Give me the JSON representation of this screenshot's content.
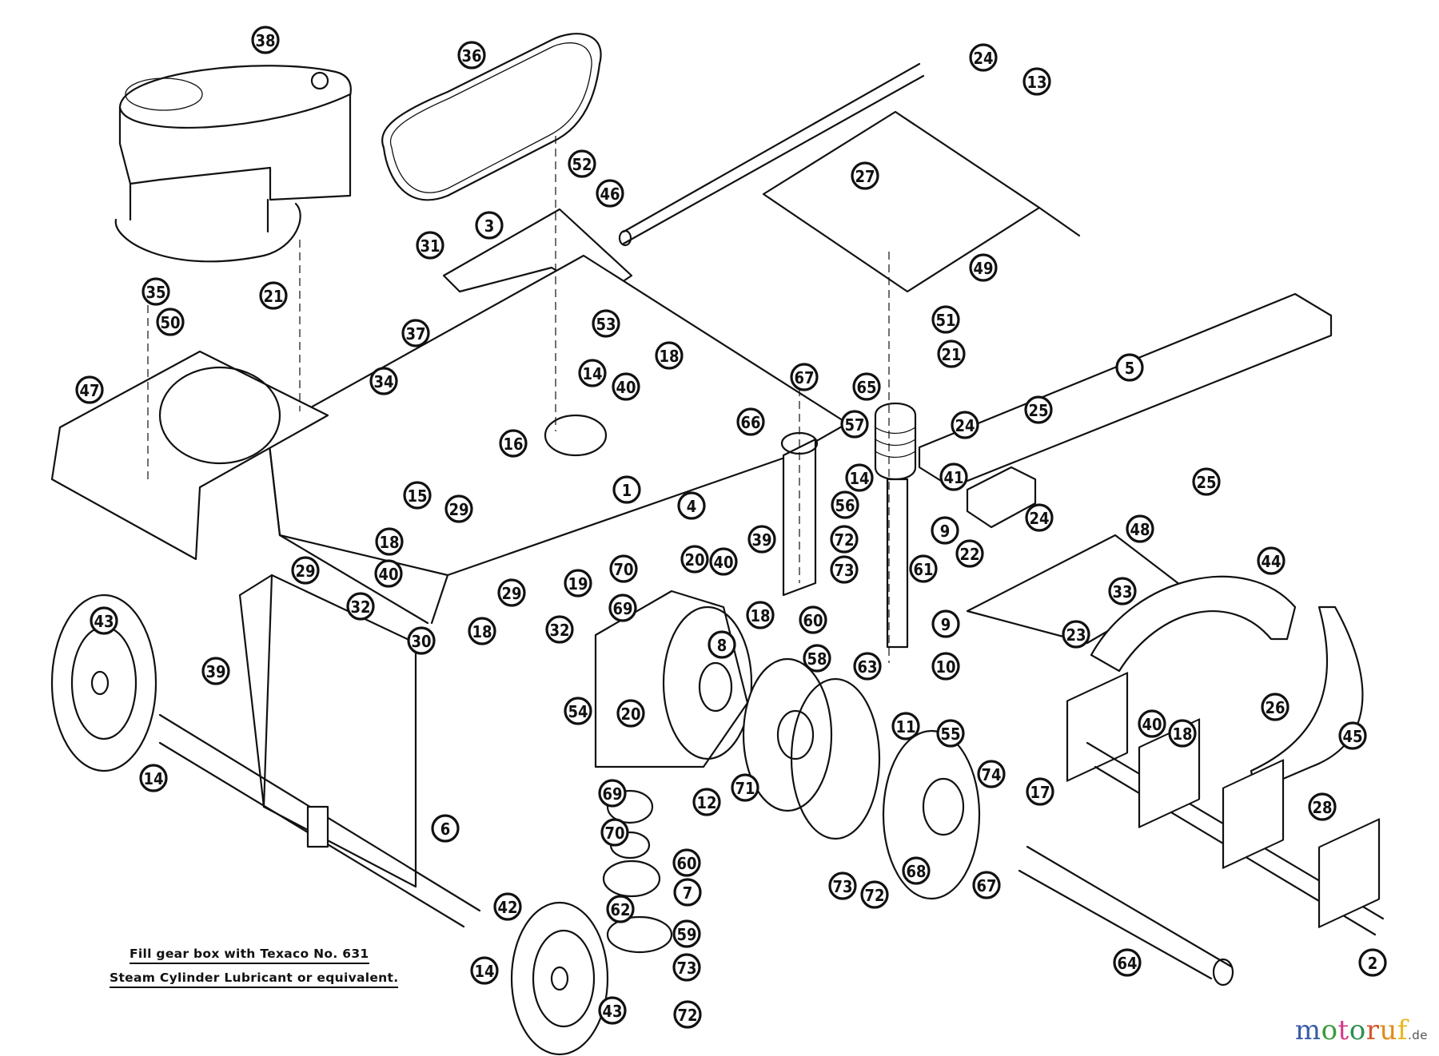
{
  "diagram": {
    "title": "Exploded parts diagram – tiller / gear box assembly",
    "callouts": [
      {
        "id": "c38",
        "label": "38"
      },
      {
        "id": "c36",
        "label": "36"
      },
      {
        "id": "c24a",
        "label": "24"
      },
      {
        "id": "c13",
        "label": "13"
      },
      {
        "id": "c52",
        "label": "52"
      },
      {
        "id": "c27",
        "label": "27"
      },
      {
        "id": "c46",
        "label": "46"
      },
      {
        "id": "c3",
        "label": "3"
      },
      {
        "id": "c31",
        "label": "31"
      },
      {
        "id": "c49",
        "label": "49"
      },
      {
        "id": "c35",
        "label": "35"
      },
      {
        "id": "c21a",
        "label": "21"
      },
      {
        "id": "c50",
        "label": "50"
      },
      {
        "id": "c37",
        "label": "37"
      },
      {
        "id": "c53",
        "label": "53"
      },
      {
        "id": "c51",
        "label": "51"
      },
      {
        "id": "c21b",
        "label": "21"
      },
      {
        "id": "c5",
        "label": "5"
      },
      {
        "id": "c18a",
        "label": "18"
      },
      {
        "id": "c14a",
        "label": "14"
      },
      {
        "id": "c40a",
        "label": "40"
      },
      {
        "id": "c47",
        "label": "47"
      },
      {
        "id": "c34",
        "label": "34"
      },
      {
        "id": "c67a",
        "label": "67"
      },
      {
        "id": "c65",
        "label": "65"
      },
      {
        "id": "c25a",
        "label": "25"
      },
      {
        "id": "c66",
        "label": "66"
      },
      {
        "id": "c24b",
        "label": "24"
      },
      {
        "id": "c57",
        "label": "57"
      },
      {
        "id": "c16",
        "label": "16"
      },
      {
        "id": "c14b",
        "label": "14"
      },
      {
        "id": "c41",
        "label": "41"
      },
      {
        "id": "c25b",
        "label": "25"
      },
      {
        "id": "c15",
        "label": "15"
      },
      {
        "id": "c29a",
        "label": "29"
      },
      {
        "id": "c1",
        "label": "1"
      },
      {
        "id": "c4",
        "label": "4"
      },
      {
        "id": "c56",
        "label": "56"
      },
      {
        "id": "c9a",
        "label": "9"
      },
      {
        "id": "c24c",
        "label": "24"
      },
      {
        "id": "c39a",
        "label": "39"
      },
      {
        "id": "c72a",
        "label": "72"
      },
      {
        "id": "c22",
        "label": "22"
      },
      {
        "id": "c48",
        "label": "48"
      },
      {
        "id": "c18b",
        "label": "18"
      },
      {
        "id": "c40b",
        "label": "40"
      },
      {
        "id": "c73a",
        "label": "73"
      },
      {
        "id": "c44",
        "label": "44"
      },
      {
        "id": "c29b",
        "label": "29"
      },
      {
        "id": "c19",
        "label": "19"
      },
      {
        "id": "c70a",
        "label": "70"
      },
      {
        "id": "c20a",
        "label": "20"
      },
      {
        "id": "c40c",
        "label": "40"
      },
      {
        "id": "c61",
        "label": "61"
      },
      {
        "id": "c29c",
        "label": "29"
      },
      {
        "id": "c32a",
        "label": "32"
      },
      {
        "id": "c18c",
        "label": "18"
      },
      {
        "id": "c60a",
        "label": "60"
      },
      {
        "id": "c33",
        "label": "33"
      },
      {
        "id": "c43a",
        "label": "43"
      },
      {
        "id": "c69a",
        "label": "69"
      },
      {
        "id": "c32b",
        "label": "32"
      },
      {
        "id": "c18d",
        "label": "18"
      },
      {
        "id": "c9b",
        "label": "9"
      },
      {
        "id": "c23",
        "label": "23"
      },
      {
        "id": "c30",
        "label": "30"
      },
      {
        "id": "c8",
        "label": "8"
      },
      {
        "id": "c58",
        "label": "58"
      },
      {
        "id": "c63",
        "label": "63"
      },
      {
        "id": "c10",
        "label": "10"
      },
      {
        "id": "c39b",
        "label": "39"
      },
      {
        "id": "c54",
        "label": "54"
      },
      {
        "id": "c20b",
        "label": "20"
      },
      {
        "id": "c11",
        "label": "11"
      },
      {
        "id": "c55",
        "label": "55"
      },
      {
        "id": "c40d",
        "label": "40"
      },
      {
        "id": "c18e",
        "label": "18"
      },
      {
        "id": "c26",
        "label": "26"
      },
      {
        "id": "c45",
        "label": "45"
      },
      {
        "id": "c14c",
        "label": "14"
      },
      {
        "id": "c71",
        "label": "71"
      },
      {
        "id": "c74",
        "label": "74"
      },
      {
        "id": "c12",
        "label": "12"
      },
      {
        "id": "c17",
        "label": "17"
      },
      {
        "id": "c28",
        "label": "28"
      },
      {
        "id": "c6",
        "label": "6"
      },
      {
        "id": "c69b",
        "label": "69"
      },
      {
        "id": "c70b",
        "label": "70"
      },
      {
        "id": "c60b",
        "label": "60"
      },
      {
        "id": "c7",
        "label": "7"
      },
      {
        "id": "c68",
        "label": "68"
      },
      {
        "id": "c67b",
        "label": "67"
      },
      {
        "id": "c73b",
        "label": "73"
      },
      {
        "id": "c72b",
        "label": "72"
      },
      {
        "id": "c42",
        "label": "42"
      },
      {
        "id": "c62",
        "label": "62"
      },
      {
        "id": "c59",
        "label": "59"
      },
      {
        "id": "c64",
        "label": "64"
      },
      {
        "id": "c2",
        "label": "2"
      },
      {
        "id": "c14d",
        "label": "14"
      },
      {
        "id": "c73c",
        "label": "73"
      },
      {
        "id": "c43b",
        "label": "43"
      },
      {
        "id": "c72c",
        "label": "72"
      }
    ]
  },
  "note": {
    "line1": "Fill gear box with Texaco No. 631",
    "line2": "Steam Cylinder Lubricant or equivalent."
  },
  "watermark": {
    "letters": [
      {
        "ch": "m",
        "color": "#3a5aa8"
      },
      {
        "ch": "o",
        "color": "#3a9a3a"
      },
      {
        "ch": "t",
        "color": "#d43a8a"
      },
      {
        "ch": "o",
        "color": "#2f8f4f"
      },
      {
        "ch": "r",
        "color": "#d4562a"
      },
      {
        "ch": "u",
        "color": "#e08a1a"
      },
      {
        "ch": "f",
        "color": "#e6b81a"
      }
    ],
    "suffix": ".de"
  }
}
